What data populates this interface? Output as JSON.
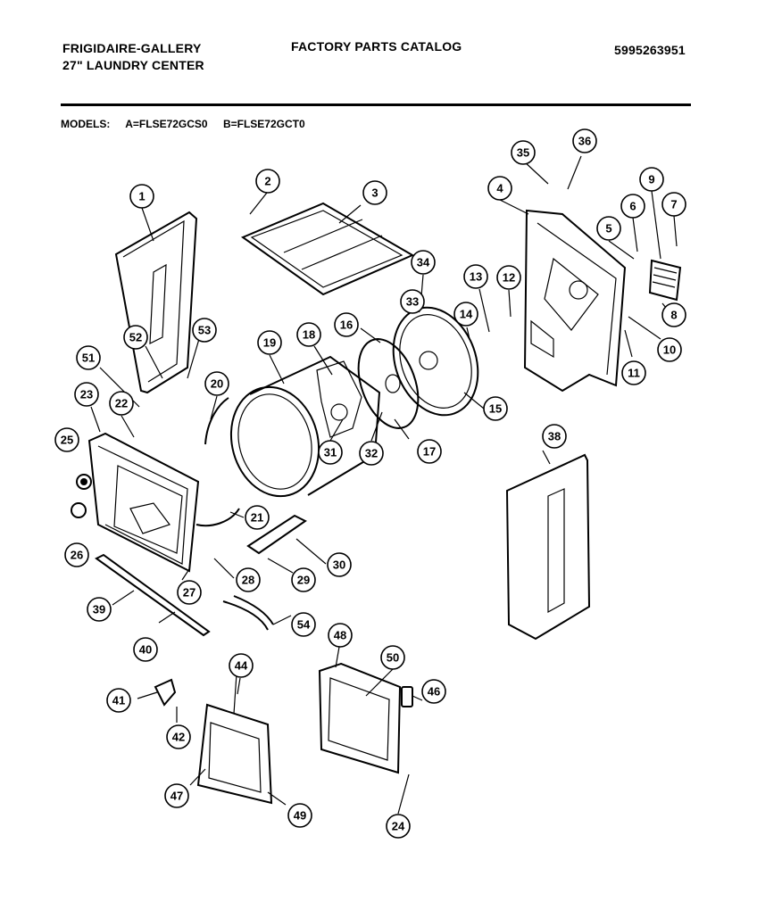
{
  "header": {
    "brand_line1": "FRIGIDAIRE-GALLERY",
    "brand_line2": "27\" LAUNDRY CENTER",
    "title": "FACTORY PARTS CATALOG",
    "part_number": "5995263951"
  },
  "models": {
    "label": "MODELS:",
    "model_a": "A=FLSE72GCS0",
    "model_b": "B=FLSE72GCT0"
  },
  "callouts": [
    "1",
    "2",
    "3",
    "4",
    "5",
    "6",
    "7",
    "8",
    "9",
    "10",
    "11",
    "12",
    "13",
    "14",
    "15",
    "16",
    "17",
    "18",
    "19",
    "20",
    "21",
    "22",
    "23",
    "24",
    "25",
    "26",
    "27",
    "28",
    "29",
    "30",
    "31",
    "32",
    "33",
    "34",
    "35",
    "36",
    "38",
    "39",
    "40",
    "41",
    "42",
    "44",
    "46",
    "47",
    "48",
    "49",
    "50",
    "51",
    "52",
    "53",
    "54"
  ]
}
